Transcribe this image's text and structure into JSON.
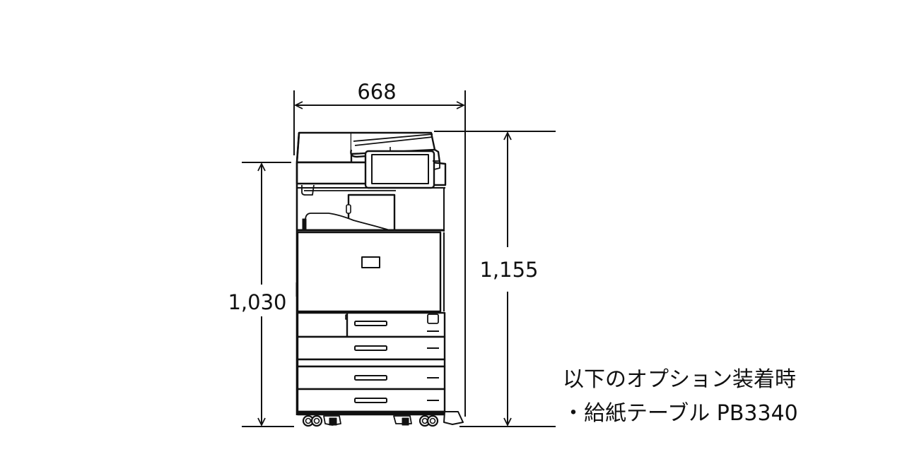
{
  "diagram": {
    "subject": "multifunction-printer-front-view",
    "units": "mm",
    "stroke_color": "#111111",
    "background": "#ffffff"
  },
  "dimensions": {
    "width": {
      "label": "668",
      "value": 668
    },
    "height_body": {
      "label": "1,030",
      "value": 1030
    },
    "height_total": {
      "label": "1,155",
      "value": 1155
    }
  },
  "note": {
    "line1": "以下のオプション装着時",
    "line2": "・給紙テーブル PB3340"
  }
}
